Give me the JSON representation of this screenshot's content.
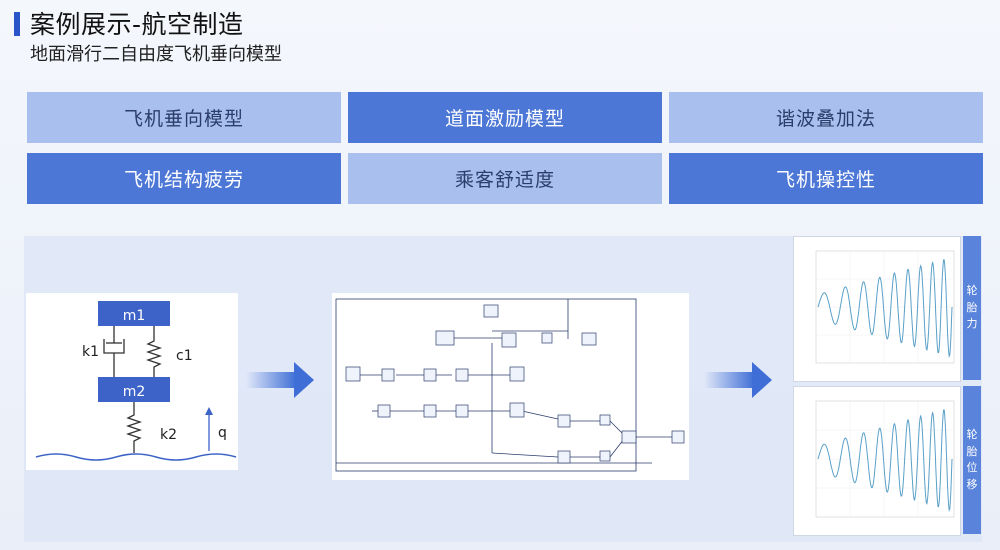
{
  "header": {
    "title": "案例展示-航空制造",
    "subtitle": "地面滑行二自由度飞机垂向模型",
    "accent_color": "#2a55c8"
  },
  "tiles": [
    {
      "label": "飞机垂向模型",
      "style": "light"
    },
    {
      "label": "道面激励模型",
      "style": "dark"
    },
    {
      "label": "谐波叠加法",
      "style": "light"
    },
    {
      "label": "飞机结构疲劳",
      "style": "dark"
    },
    {
      "label": "乘客舒适度",
      "style": "light"
    },
    {
      "label": "飞机操控性",
      "style": "dark"
    }
  ],
  "diagram": {
    "mass1": "m1",
    "mass2": "m2",
    "k1": "k1",
    "c1": "c1",
    "k2": "k2",
    "q": "q"
  },
  "plots": [
    {
      "label_chars": [
        "轮",
        "胎",
        "力"
      ]
    },
    {
      "label_chars": [
        "轮",
        "胎",
        "位",
        "移"
      ]
    }
  ],
  "colors": {
    "tile_light": "#a9c0ef",
    "tile_dark": "#4d77d6",
    "mass_block": "#3d63c8",
    "arrow": "#3f6fd6"
  }
}
